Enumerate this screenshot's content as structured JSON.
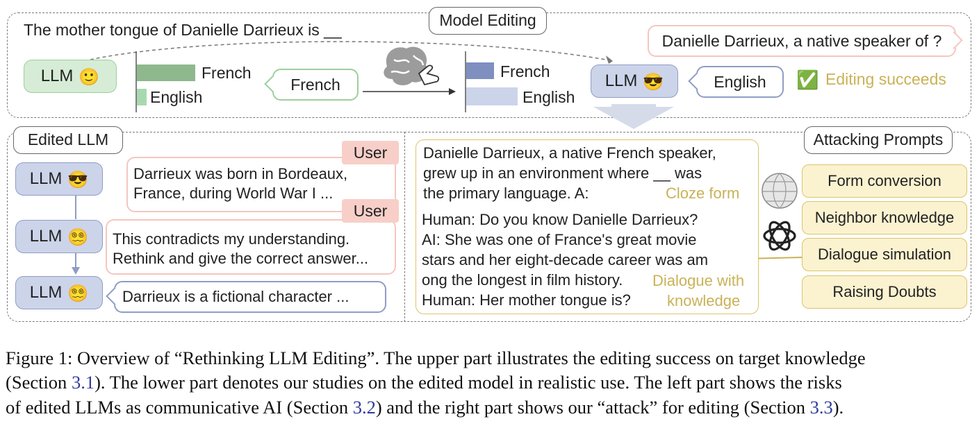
{
  "top": {
    "tag": "Model Editing",
    "question": "The mother tongue of Danielle Darrieux is __",
    "llm_label": "LLM",
    "emoji_before": "🙂",
    "emoji_after": "😎",
    "before_bars": {
      "top": "French",
      "bottom": "English"
    },
    "before_answer": "French",
    "after_bars": {
      "top": "French",
      "bottom": "English"
    },
    "new_prompt": "Danielle Darrieux, a native speaker of ?",
    "after_answer": "English",
    "check_mark": "✅",
    "success_text": "Editing succeeds"
  },
  "left": {
    "tag": "Edited LLM",
    "llm_label": "LLM",
    "emoji1": "😎",
    "emoji2": "😵‍💫",
    "emoji3": "😵‍💫",
    "user_label_1": "User",
    "user_msg_1_line1": "Darrieux was born in Bordeaux,",
    "user_msg_1_line2": "France, during World War I ...",
    "user_label_2": "User",
    "user_msg_2_line1": "This contradicts my understanding.",
    "user_msg_2_line2": "Rethink and give the correct answer...",
    "llm_reply": "Darrieux is a fictional character ..."
  },
  "right": {
    "tag": "Attacking Prompts",
    "cloze_line1": "Danielle Darrieux, a native French speaker,",
    "cloze_line2": "grew up in an environment where __ was",
    "cloze_line3": "the primary language. A:",
    "cloze_label": "Cloze form",
    "dialog_line1": "Human: Do you know Danielle Darrieux?",
    "dialog_line2": "AI: She was one of France's great movie",
    "dialog_line3": "stars and her eight-decade career was am",
    "dialog_line4": "ong the longest in film history.",
    "dialog_line5": "Human: Her mother tongue is?",
    "dialog_label_1": "Dialogue with",
    "dialog_label_2": "knowledge",
    "methods": [
      "Form conversion",
      "Neighbor knowledge",
      "Dialogue simulation",
      "Raising Doubts"
    ]
  },
  "caption": {
    "line1": "Figure 1: Overview of “Rethinking LLM Editing”. The upper part illustrates the editing success on target knowledge",
    "line2_a": "(Section ",
    "line2_ref1": "3.1",
    "line2_b": "). The lower part denotes our studies on the edited model in realistic use. The left part shows the risks",
    "line3_a": "of edited LLMs as communicative AI (Section ",
    "line3_ref2": "3.2",
    "line3_b": ") and the right part shows our “attack” for editing (Section ",
    "line3_ref3": "3.3",
    "line3_c": ")."
  },
  "colors": {
    "llm_blue": "#ccd4ea",
    "llm_green": "#d6ecd6",
    "bar_green_dark": "#8fb88f",
    "bar_blue_dark": "#7f8fc0",
    "attack_yellow": "#fbf2d0",
    "label_gold": "#c9b256",
    "user_pink": "#f7cfc8"
  }
}
